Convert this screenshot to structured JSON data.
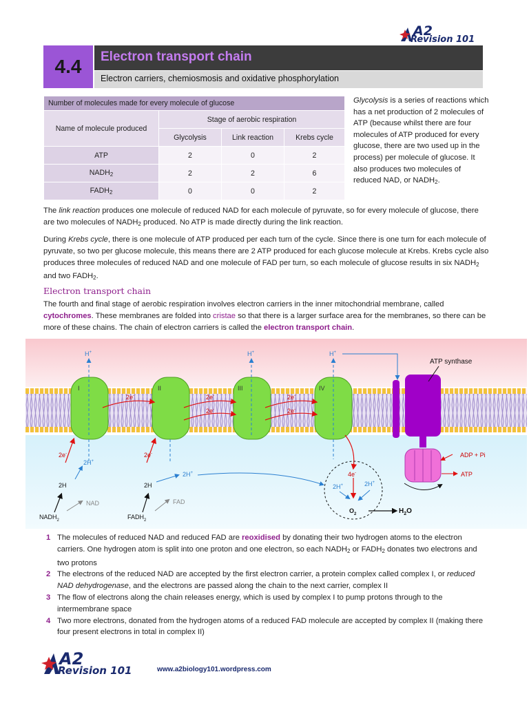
{
  "brand": {
    "a2": "A2",
    "revision": "Revision 101"
  },
  "section": {
    "number": "4.4",
    "title": "Electron transport chain",
    "subtitle": "Electron carriers, chemiosmosis and oxidative phosphorylation"
  },
  "table": {
    "caption": "Number of molecules made for every molecule of glucose",
    "row_header": "Name of molecule produced",
    "group_header": "Stage of aerobic respiration",
    "columns": [
      "Glycolysis",
      "Link reaction",
      "Krebs cycle"
    ],
    "rows": [
      {
        "name": "ATP",
        "sub": "",
        "values": [
          "2",
          "0",
          "2"
        ]
      },
      {
        "name": "NADH",
        "sub": "2",
        "values": [
          "2",
          "2",
          "6"
        ]
      },
      {
        "name": "FADH",
        "sub": "2",
        "values": [
          "0",
          "0",
          "2"
        ]
      }
    ]
  },
  "side_para": {
    "term": "Glycolysis",
    "text": " is a series of reactions which has a net production of 2 molecules of ATP (because whilst there are four molecules of ATP produced for every glucose, there are two used up in the process) per molecule of glucose. It also produces two molecules of reduced NAD, or NADH",
    "sub": "2",
    "end": "."
  },
  "para1": {
    "a": "The ",
    "term": "link reaction",
    "b": " produces one molecule of reduced NAD for each molecule of pyruvate, so for every molecule of glucose, there are two molecules of NADH",
    "sub": "2",
    "c": " produced. No ATP is made directly during the link reaction."
  },
  "para2": {
    "a": "During ",
    "term": "Krebs cycle",
    "b": ", there is one molecule of ATP produced per each turn of the cycle. Since there is one turn for each molecule of pyruvate, so two per glucose molecule, this means there are 2 ATP produced for each glucose molecule at Krebs. Krebs cycle also produces three molecules of reduced NAD and one molecule of FAD per turn, so each molecule of glucose results in six NADH",
    "sub1": "2",
    "c": " and two FADH",
    "sub2": "2",
    "d": "."
  },
  "heading": "Electron transport chain",
  "para3": {
    "a": "The fourth and final stage of aerobic respiration involves electron carriers in the inner mitochondrial membrane, called ",
    "k1": "cytochromes",
    "b": ". These membranes are folded into ",
    "k2": "cristae",
    "c": " so that there is a larger surface area for the membranes, so there can be more of these chains. The chain of electron carriers is called the ",
    "k3": "electron transport chain",
    "d": "."
  },
  "diagram": {
    "complexes": [
      "I",
      "II",
      "III",
      "IV"
    ],
    "h_plus": "H",
    "plus": "+",
    "two_e": "2e",
    "four_e": "4e",
    "minus": "-",
    "two_h_plus": "2H",
    "two_h": "2H",
    "nad": "NAD",
    "fad": "FAD",
    "nadh2": "NADH",
    "fadh2": "FADH",
    "sub2": "2",
    "o2": "O",
    "h2o": "H",
    "h2o_o": "O",
    "atp_synthase": "ATP synthase",
    "adp_pi": "ADP + Pi",
    "atp": "ATP",
    "colors": {
      "protein": "#7fdc46",
      "synthase": "#a000c8",
      "synthase_head": "#f070d8",
      "electron": "#e01010",
      "proton": "#2a7fd0"
    }
  },
  "list": [
    {
      "n": "1",
      "a": "The molecules of reduced NAD and reduced FAD are ",
      "k": "reoxidised",
      "b": " by donating their two hydrogen atoms to the electron carriers. One hydrogen atom is split into one proton and one electron, so each NADH",
      "s1": "2",
      "c": " or FADH",
      "s2": "2",
      "d": " donates two electrons and two protons"
    },
    {
      "n": "2",
      "a": "The electrons of the reduced NAD are accepted by the first electron carrier, a protein complex called complex I, or ",
      "i": "reduced NAD dehydrogenase",
      "b": ", and the electrons are passed along the chain to the next carrier, complex II"
    },
    {
      "n": "3",
      "a": "The flow of electrons along the chain releases energy, which is used by complex I to pump protons through to the intermembrane space"
    },
    {
      "n": "4",
      "a": "Two more electrons, donated from the hydrogen atoms of a reduced FAD molecule are accepted by complex II (making there four present electrons in total in complex II)"
    }
  ],
  "footer": {
    "url": "www.a2biology101.wordpress.com"
  }
}
